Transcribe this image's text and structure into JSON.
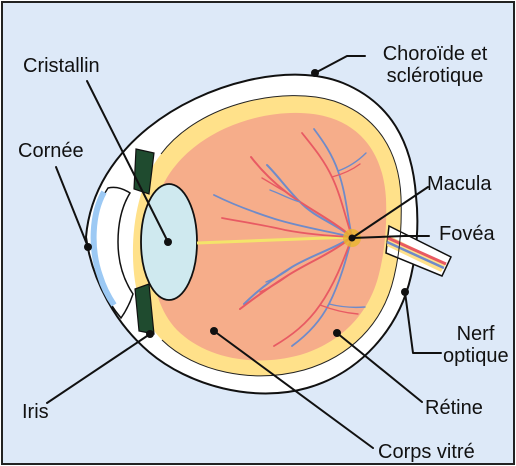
{
  "diagram": {
    "labels": {
      "cristallin": "Cristallin",
      "choroide": "Choroïde et\nsclérotique",
      "cornee": "Cornée",
      "macula": "Macula",
      "fovea": "Fovéa",
      "nerf": "Nerf\noptique",
      "iris": "Iris",
      "retine": "Rétine",
      "corps": "Corps vitré"
    },
    "colors": {
      "background": "#dde9f8",
      "outer_wall": "#ffffff",
      "outline": "#111111",
      "vitreous_fill": "#f6ad8a",
      "retina_fill": "#ffe18a",
      "lens_fill": "#cfe9ef",
      "iris_fill": "#1f4b2f",
      "vessel_red": "#e85a63",
      "vessel_blue": "#6f8bc9",
      "axis_yellow": "#f4e46a"
    }
  }
}
